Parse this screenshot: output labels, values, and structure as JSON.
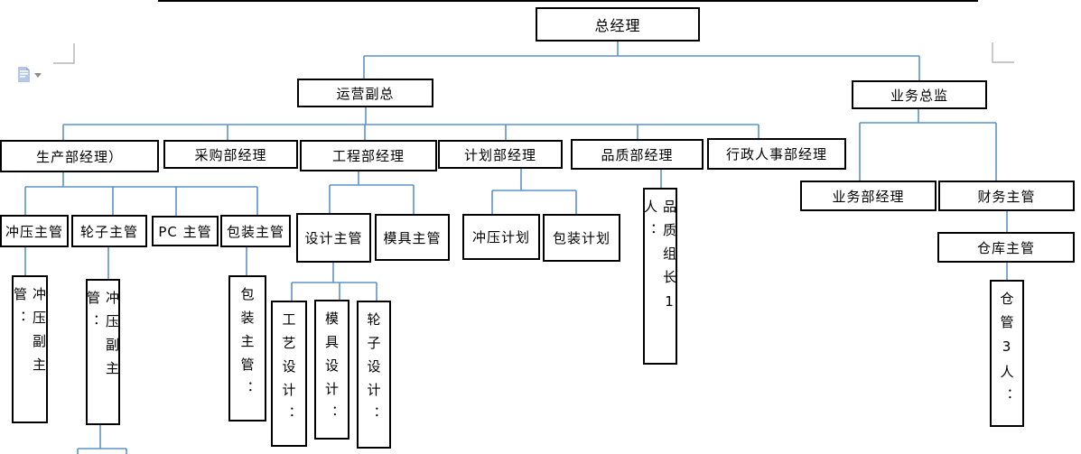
{
  "document": {
    "kind": "word-org-chart",
    "colors": {
      "connector": "#5b93c8",
      "box_border": "#000000",
      "corner_mark": "#a6a6a6",
      "paste_icon": "#b4c7e7",
      "dropdown_arrow": "#808080"
    }
  },
  "ui": {
    "paste_options_icon": "clipboard-paste-options",
    "dropdown_glyph": "▾"
  },
  "nodes": {
    "gm": "总经理",
    "ops_vp": "运营副总",
    "biz_director": "业务总监",
    "production_mgr": "生产部经理）",
    "purchasing_mgr": "采购部经理",
    "engineering_mgr": "工程部经理",
    "planning_mgr": "计划部经理",
    "quality_mgr": "品质部经理",
    "admin_hr_mgr": "行政人事部经理",
    "stamping_sup": "冲压主管",
    "wheel_sup": "轮子主管",
    "pc_sup": "PC 主管",
    "packaging_sup": "包装主管",
    "design_sup": "设计主管",
    "mold_sup": "模具主管",
    "stamping_plan": "冲压计划",
    "packaging_plan": "包装计划",
    "quality_leader": "品质组长1人：",
    "biz_dept_mgr": "业务部经理",
    "finance_sup": "财务主管",
    "warehouse_sup": "仓库主管",
    "warehouse_staff": "仓管3人：",
    "stamping_deputy1": "冲压副主管：",
    "stamping_deputy2": "冲压副主管：",
    "packaging_sup_v": "包装主管：",
    "process_design": "工艺设计：",
    "mold_design": "模具设计：",
    "wheel_design": "轮子设计："
  },
  "hierarchy_edges": [
    [
      "总经理",
      "运营副总"
    ],
    [
      "总经理",
      "业务总监"
    ],
    [
      "运营副总",
      "生产部经理）"
    ],
    [
      "运营副总",
      "采购部经理"
    ],
    [
      "运营副总",
      "工程部经理"
    ],
    [
      "运营副总",
      "计划部经理"
    ],
    [
      "运营副总",
      "品质部经理"
    ],
    [
      "运营副总",
      "行政人事部经理"
    ],
    [
      "生产部经理）",
      "冲压主管"
    ],
    [
      "生产部经理）",
      "轮子主管"
    ],
    [
      "生产部经理）",
      "PC 主管"
    ],
    [
      "生产部经理）",
      "包装主管"
    ],
    [
      "工程部经理",
      "设计主管"
    ],
    [
      "工程部经理",
      "模具主管"
    ],
    [
      "计划部经理",
      "冲压计划"
    ],
    [
      "计划部经理",
      "包装计划"
    ],
    [
      "品质部经理",
      "品质组长1人："
    ],
    [
      "业务总监",
      "业务部经理"
    ],
    [
      "业务总监",
      "财务主管"
    ],
    [
      "财务主管",
      "仓库主管"
    ],
    [
      "仓库主管",
      "仓管3人："
    ],
    [
      "冲压主管",
      "冲压副主管："
    ],
    [
      "轮子主管",
      "冲压副主管："
    ],
    [
      "包装主管",
      "包装主管："
    ],
    [
      "设计主管",
      "工艺设计："
    ],
    [
      "设计主管",
      "模具设计："
    ],
    [
      "设计主管",
      "轮子设计："
    ]
  ]
}
